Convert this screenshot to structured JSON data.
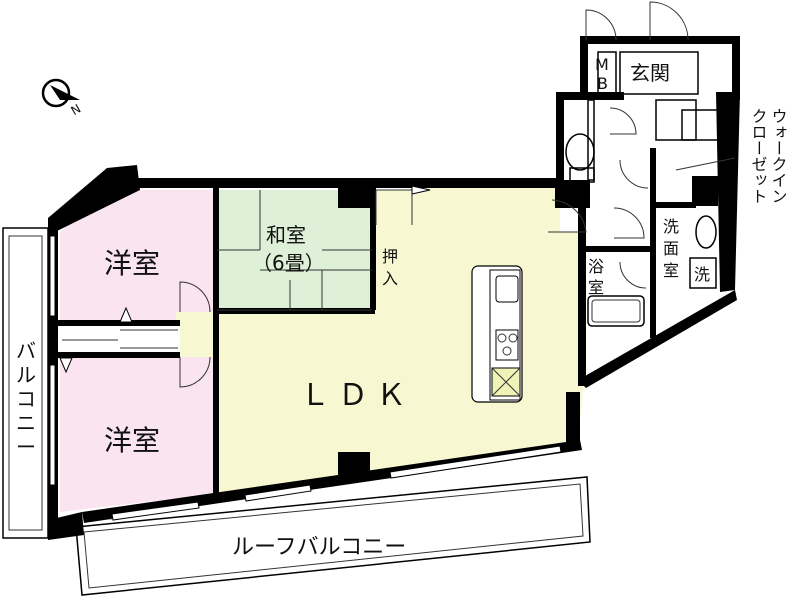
{
  "rooms": {
    "western_room_1": "洋室",
    "western_room_2": "洋室",
    "japanese_room": "和室",
    "japanese_room_size": "（6畳）",
    "closet": [
      "押",
      "入"
    ],
    "ldk": "ＬＤＫ",
    "entrance": "玄関",
    "meter_box": [
      "M",
      "B"
    ],
    "walk_in_closet": [
      "ウォークイン",
      "クローゼット"
    ],
    "washroom": [
      "洗",
      "面",
      "室"
    ],
    "washer": "洗",
    "bathroom": [
      "浴",
      "室"
    ]
  },
  "balconies": {
    "side": [
      "バ",
      "ル",
      "コ",
      "ニ",
      "ー"
    ],
    "roof": "ルーフバルコニー"
  },
  "colors": {
    "western_room": "#f9e4ef",
    "japanese_room": "#dff0d8",
    "ldk": "#f7f8d2",
    "wall": "#000000"
  },
  "icons": [
    "compass-north-icon"
  ]
}
